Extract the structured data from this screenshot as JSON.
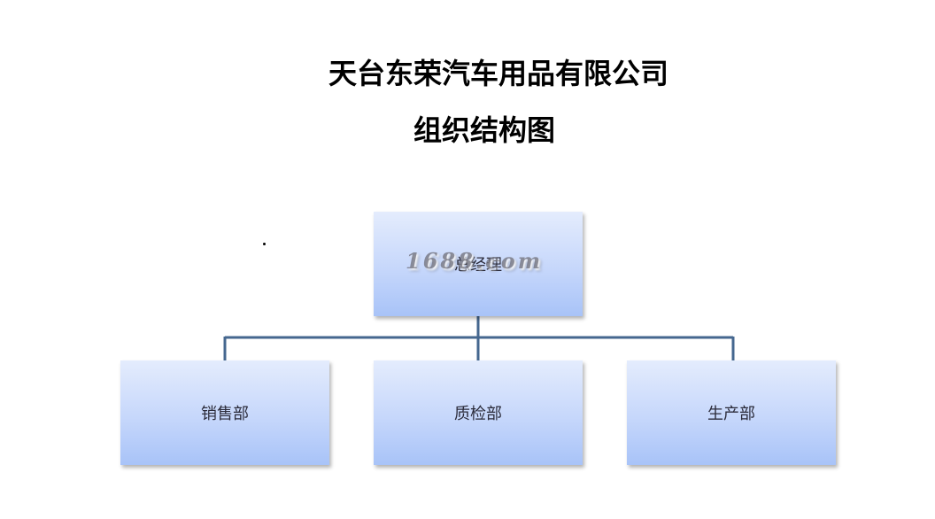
{
  "title": "天台东荣汽车用品有限公司",
  "subtitle": "组织结构图",
  "watermark": "1688.com",
  "colors": {
    "connector": "#45678f",
    "box_top": "#e4ecfd",
    "box_bottom": "#a8c3f8"
  },
  "org": {
    "root": {
      "label": "总经理"
    },
    "children": [
      {
        "label": "销售部"
      },
      {
        "label": "质检部"
      },
      {
        "label": "生产部"
      }
    ]
  }
}
